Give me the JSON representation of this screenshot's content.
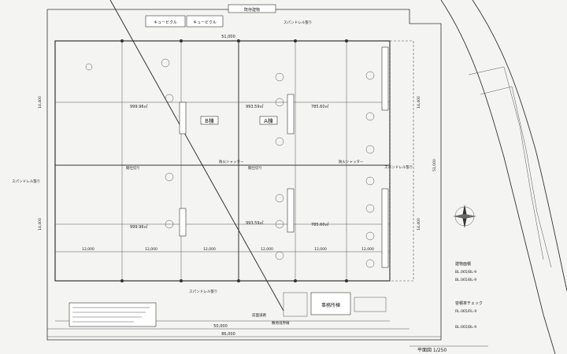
{
  "title": "平面図 1/250",
  "rooms": {
    "left_building": "B棟",
    "right_building": "A棟",
    "office": "事務所棟"
  },
  "areas": {
    "b_north": "999.96㎡",
    "b_south": "999.96㎡",
    "a_north_left": "993.59㎡",
    "a_north_right": "785.60㎡",
    "a_south_left": "993.59㎡",
    "a_south_right": "785.60㎡"
  },
  "labels": {
    "top_label_1": "キュービクル",
    "top_label_2": "キュービクル",
    "top_road": "既存建物",
    "spandrel": "スパンドレル張り",
    "room_gate_1": "間仕切り",
    "room_gate_2": "間仕切り",
    "shutter_1": "防火シャッター",
    "shutter_2": "防火シャッター",
    "bottom_note_1": "前面道路",
    "bottom_note_2": "敷地境界線",
    "check_label": "容積率チェック"
  },
  "dims": {
    "top_total": "51,000",
    "bottom_total": "86,000",
    "bottom_sub": "50,000",
    "span_1": "12,000",
    "span_2": "12,000",
    "span_3": "12,000",
    "span_4": "12,000",
    "span_5": "12,000",
    "span_6": "12,000",
    "left_h1": "14,400",
    "left_h2": "14,400",
    "right_h1": "14,400",
    "right_h2": "14,400",
    "right_total": "51,000"
  },
  "notes_box": {
    "header": "建物面積",
    "line1": "BL.065/BL-9",
    "line2": "BL.065/BL-9",
    "line3": "RL.065/RL-9",
    "line4": "BL.065/BL-9"
  },
  "colors": {
    "ink": "#333333",
    "paper": "#f4f4f2"
  }
}
